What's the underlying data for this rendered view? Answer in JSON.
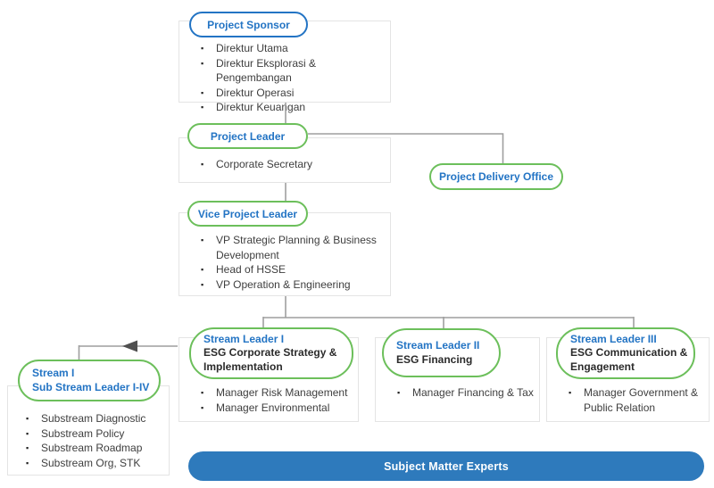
{
  "org_chart": {
    "project_sponsor": {
      "label": "Project Sponsor",
      "members": [
        "Direktur Utama",
        "Direktur Eksplorasi & Pengembangan",
        "Direktur Operasi",
        "Direktur Keuangan"
      ]
    },
    "project_leader": {
      "label": "Project Leader",
      "members": [
        "Corporate Secretary"
      ]
    },
    "project_delivery_office": {
      "label": "Project Delivery Office"
    },
    "vice_project_leader": {
      "label": "Vice Project Leader",
      "members": [
        "VP Strategic Planning & Business Development",
        "Head of HSSE",
        "VP Operation & Engineering"
      ]
    },
    "stream_leader_1": {
      "label": "Stream Leader I",
      "focus": "ESG Corporate Strategy & Implementation",
      "members": [
        "Manager Risk Management",
        "Manager Environmental"
      ]
    },
    "stream_leader_2": {
      "label": "Stream Leader II",
      "focus": "ESG Financing",
      "members": [
        "Manager Financing & Tax"
      ]
    },
    "stream_leader_3": {
      "label": "Stream Leader III",
      "focus": "ESG Communication & Engagement",
      "members": [
        "Manager Government & Public Relation"
      ]
    },
    "sub_stream": {
      "label_line1": "Stream I",
      "label_line2": "Sub Stream Leader I-IV",
      "members": [
        "Substream Diagnostic",
        "Substream Policy",
        "Substream Roadmap",
        "Substream Org, STK"
      ]
    },
    "subject_matter_experts": {
      "label": "Subject Matter Experts"
    },
    "colors": {
      "accent_blue": "#2374c4",
      "accent_green": "#6cbf5b",
      "bar_blue": "#2e7abc",
      "box_border": "#e4e4e4",
      "connector_gray": "#9e9e9e",
      "text_dark": "#3e3e3e"
    }
  }
}
